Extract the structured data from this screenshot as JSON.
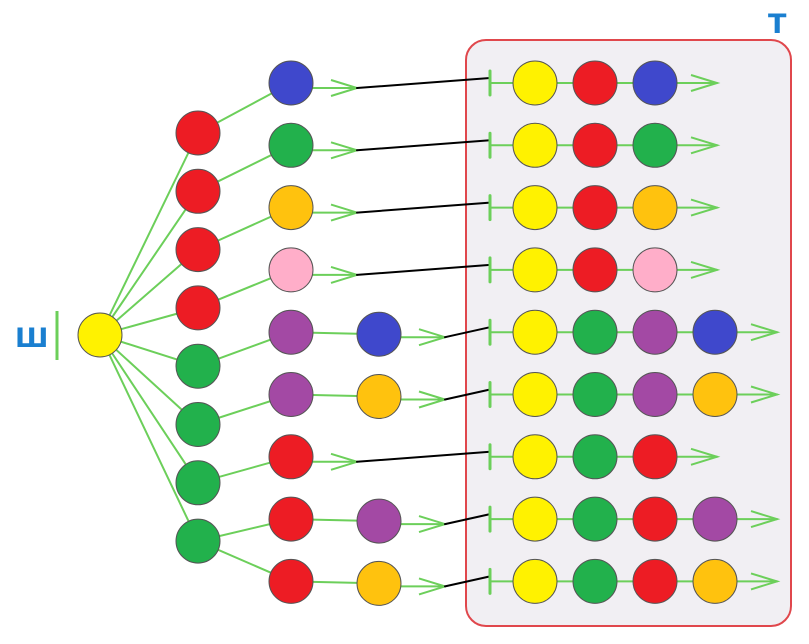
{
  "labels": {
    "root": "Ш",
    "box": "Т"
  },
  "colors": {
    "yellow": "#fff200",
    "red": "#ed1c24",
    "green": "#22b14c",
    "blue": "#3f48cc",
    "orange": "#ffc20e",
    "pink": "#ffaec9",
    "purple": "#a349a4",
    "edge": "#6ccf5a",
    "connector": "#000000",
    "label": "#1a7fd0",
    "box_border": "#e0474c",
    "box_fill": "#f1eff3",
    "node_outline": "#555555"
  },
  "tree": {
    "root": "yellow",
    "level1": [
      "red",
      "red",
      "red",
      "red",
      "green",
      "green",
      "green",
      "green"
    ],
    "branches": [
      {
        "parent": 0,
        "nodes": [
          "blue"
        ]
      },
      {
        "parent": 1,
        "nodes": [
          "green"
        ]
      },
      {
        "parent": 2,
        "nodes": [
          "orange"
        ]
      },
      {
        "parent": 3,
        "nodes": [
          "pink"
        ]
      },
      {
        "parent": 4,
        "nodes": [
          "purple",
          "blue"
        ]
      },
      {
        "parent": 5,
        "nodes": [
          "purple",
          "orange"
        ]
      },
      {
        "parent": 6,
        "nodes": [
          "red"
        ]
      },
      {
        "parent": 7,
        "nodes": [
          "red",
          "purple"
        ]
      },
      {
        "parent": 7,
        "nodes": [
          "red",
          "orange"
        ]
      }
    ]
  },
  "sequences": [
    [
      "yellow",
      "red",
      "blue"
    ],
    [
      "yellow",
      "red",
      "green"
    ],
    [
      "yellow",
      "red",
      "orange"
    ],
    [
      "yellow",
      "red",
      "pink"
    ],
    [
      "yellow",
      "green",
      "purple",
      "blue"
    ],
    [
      "yellow",
      "green",
      "purple",
      "orange"
    ],
    [
      "yellow",
      "green",
      "red"
    ],
    [
      "yellow",
      "green",
      "red",
      "purple"
    ],
    [
      "yellow",
      "green",
      "red",
      "orange"
    ]
  ]
}
